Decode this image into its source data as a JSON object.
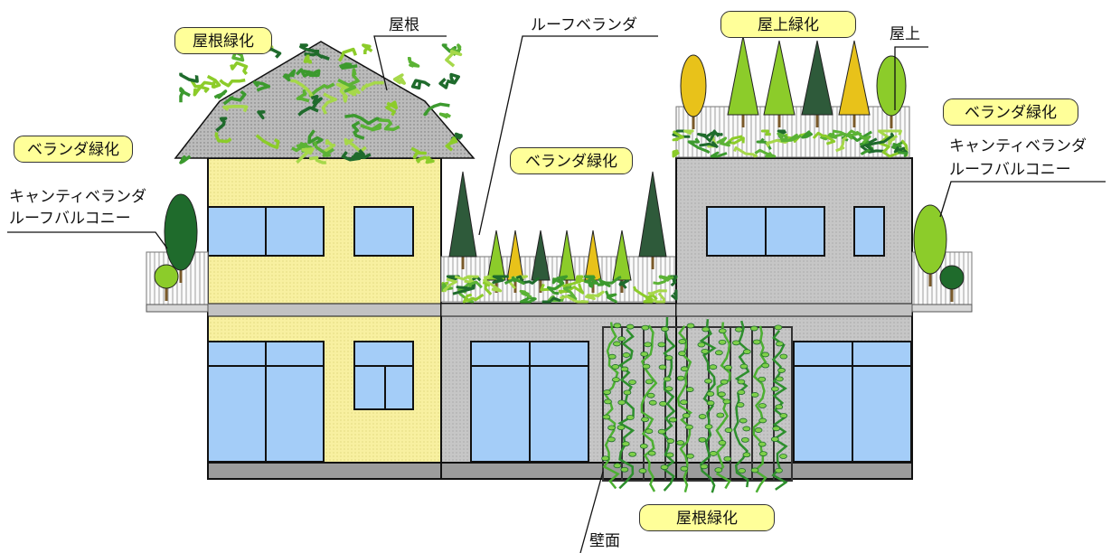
{
  "tags": {
    "roof_greening": "屋根緑化",
    "rooftop_greening": "屋上緑化",
    "veranda_greening": "ベランダ緑化",
    "wall_greening": "屋根緑化"
  },
  "labels": {
    "roof": "屋根",
    "roof_veranda": "ルーフベランダ",
    "rooftop": "屋上",
    "wall": "壁面",
    "cantilever_veranda": "キャンティベランダ",
    "roof_balcony": "ルーフバルコニー"
  },
  "colors": {
    "house_yellow": "#f8f0a0",
    "house_gray": "#c8c8c8",
    "window": "#a4cdf8",
    "tag_fill": "#ffff99",
    "plant_dark": "#1f6b2c",
    "plant_light": "#8ccc2a",
    "plant_yellow": "#e8c21a"
  }
}
